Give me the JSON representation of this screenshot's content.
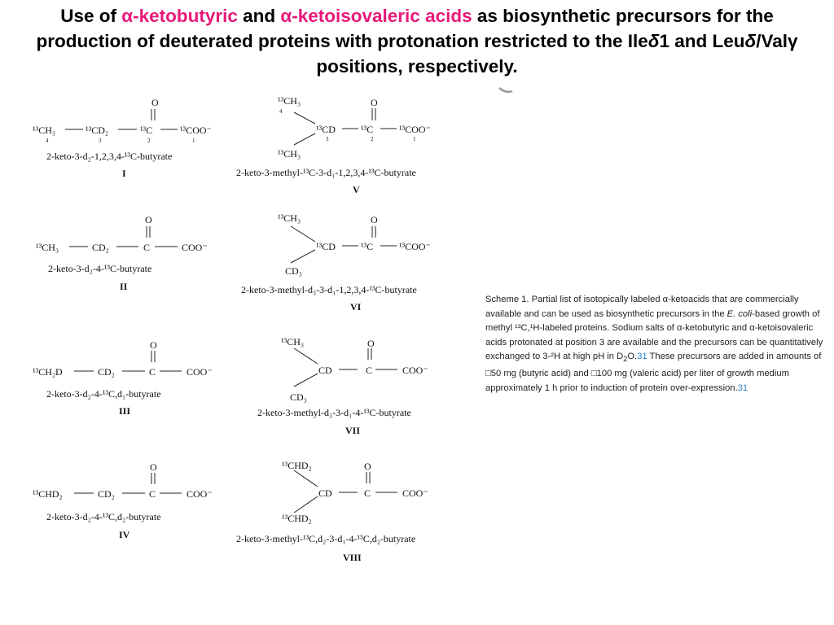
{
  "title": {
    "t1": "Use of ",
    "h1": "α-ketobutyric",
    "t2": " and ",
    "h2": "α-ketoisovaleric acids",
    "t3": " as biosynthetic precursors for the production of deuterated proteins with protonation restricted to the Ile",
    "i1": "δ",
    "t4": "1 and Leu",
    "i2": "δ",
    "t5": "/Valγ positions, respectively."
  },
  "compounds": [
    {
      "id": "I",
      "name": "2-keto-3-d₂-1,2,3,4-¹³C-butyrate"
    },
    {
      "id": "II",
      "name": "2-keto-3-d₂-4-¹³C-butyrate"
    },
    {
      "id": "III",
      "name": "2-keto-3-d₂-4-¹³C,d₁-butyrate"
    },
    {
      "id": "IV",
      "name": "2-keto-3-d₂-4-¹³C,d₂-butyrate"
    },
    {
      "id": "V",
      "name": "2-keto-3-methyl-¹³C-3-d₁-1,2,3,4-¹³C-butyrate"
    },
    {
      "id": "VI",
      "name": "2-keto-3-methyl-d₃-3-d₁-1,2,3,4-¹³C-butyrate"
    },
    {
      "id": "VII",
      "name": "2-keto-3-methyl-d₃-3-d₁-4-¹³C-butyrate"
    },
    {
      "id": "VIII",
      "name": "2-keto-3-methyl-¹³C,d₂-3-d₁-4-¹³C,d₂-butyrate"
    }
  ],
  "groups": {
    "ch3_13c": "¹³CH₃",
    "cd2_13c": "¹³CD₂",
    "c_13c": "¹³C",
    "coo_13c": "¹³COO⁻",
    "cd2": "CD₂",
    "c": "C",
    "coo": "COO⁻",
    "o": "O",
    "ch2d_13c": "¹³CH₂D",
    "chd2_13c": "¹³CHD₂",
    "cd_13c": "¹³CD",
    "cd": "CD",
    "cd3": "CD₃",
    "n4": "4",
    "n3": "3",
    "n2": "2",
    "n1": "1"
  },
  "caption": {
    "p1": "Scheme 1. Partial list of isotopically labeled α-ketoacids that are commercially available and can be used as biosynthetic precursors in the ",
    "ecoli": "E. coli",
    "p2": "-based growth of methyl ¹³C,¹H-labeled proteins. Sodium salts of α-ketobutyric and α-ketoisovaleric acids protonated at position 3 are available and the precursors can be quantitatively exchanged to 3-²H at high pH in D",
    "sub2": "2",
    "p3": "O.",
    "ref1": "31",
    "p4": " These precursors are added in amounts of ",
    "box1": "□",
    "p5": "50 mg (butyric acid) and ",
    "box2": "□",
    "p6": "100 mg (valeric acid) per liter of growth medium approximately 1 h prior to induction of protein over-expression.",
    "ref2": "31"
  }
}
